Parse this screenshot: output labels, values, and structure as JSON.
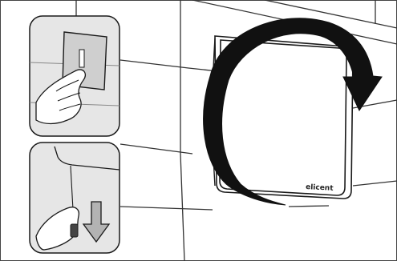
{
  "brand": {
    "logo_text": "elicent"
  },
  "colors": {
    "line": "#1a1a1a",
    "inset_fill": "#e6e6e6",
    "plate_fill": "#cfcfcf",
    "arrow_fill": "#111111",
    "pull_arrow_fill": "#b3b3b3",
    "fan_fill": "#ffffff"
  },
  "steps": [
    {
      "id": "open-front-cover",
      "icon": "rotation-arrow-icon"
    },
    {
      "id": "pull-cord-insert",
      "icon": "pull-down-arrow-icon"
    }
  ]
}
